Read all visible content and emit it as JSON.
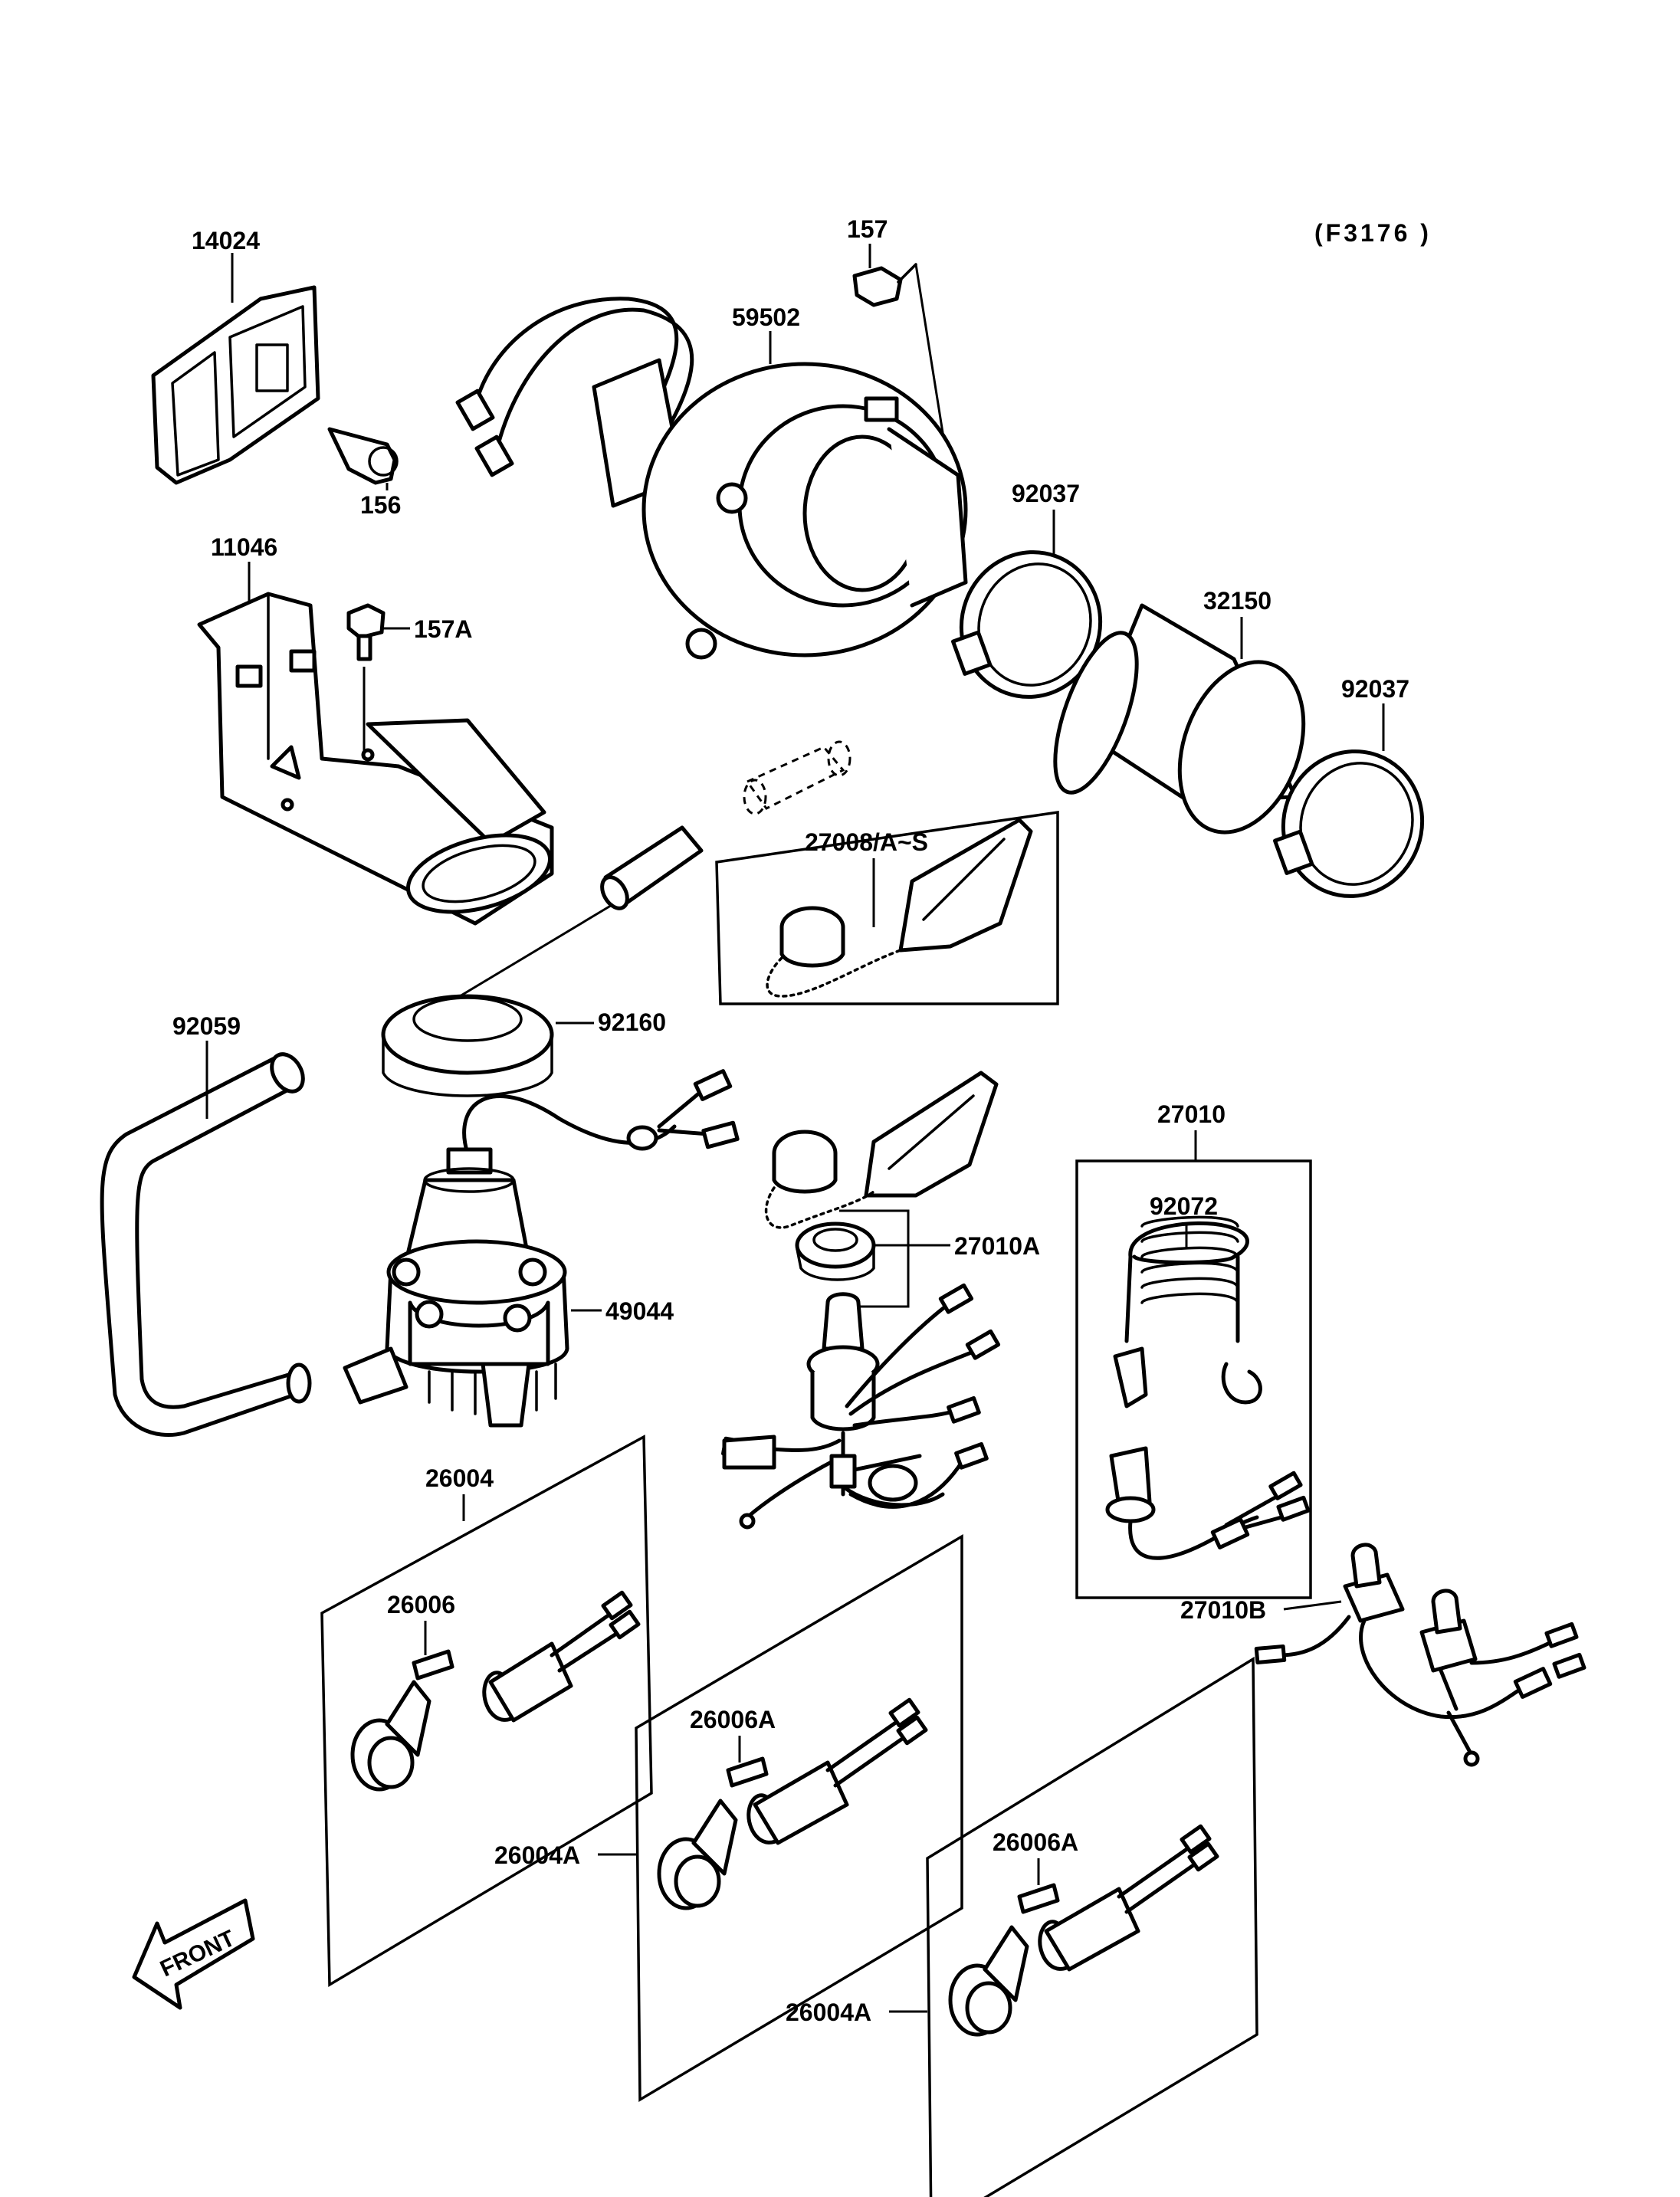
{
  "diagram": {
    "reference_code": "(F3176  )",
    "front_label": "FRONT",
    "labels": {
      "p14024": "14024",
      "p156": "156",
      "p157": "157",
      "p59502": "59502",
      "p92037a": "92037",
      "p32150": "32150",
      "p92037b": "92037",
      "p11046": "11046",
      "p157A": "157A",
      "p27008": "27008/A~S",
      "p92059": "92059",
      "p92160": "92160",
      "p27010": "27010",
      "p92072": "92072",
      "p27010A": "27010A",
      "p49044": "49044",
      "p26004": "26004",
      "p26006": "26006",
      "p26006Aa": "26006A",
      "p26004Aa": "26004A",
      "p26006Ab": "26006A",
      "p26004Ab": "26004A",
      "p27010B": "27010B"
    }
  }
}
